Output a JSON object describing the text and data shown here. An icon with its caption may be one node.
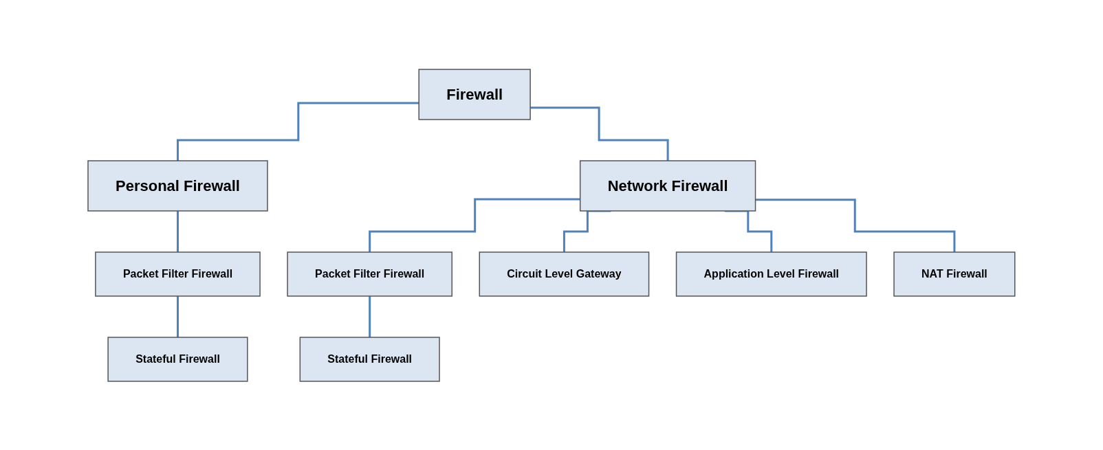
{
  "diagram": {
    "nodes": [
      {
        "text": [
          "Firewall"
        ]
      },
      {
        "text": [
          "Personal Firewall"
        ]
      },
      {
        "text": [
          "Network Firewall"
        ]
      },
      {
        "text": [
          "Packet Filter Firewall"
        ]
      },
      {
        "text": [
          "Packet Filter Firewall"
        ]
      },
      {
        "text": [
          "Circuit Level Gateway"
        ]
      },
      {
        "text": [
          "Application Level Firewall"
        ]
      },
      {
        "text": [
          "Stateful Firewall"
        ]
      },
      {
        "text": [
          "Stateful Firewall"
        ]
      },
      {
        "text": [
          "NAT Firewall"
        ]
      }
    ],
    "edges": [
      {
        "from": 0,
        "to": 1,
        "arrow": "none"
      },
      {
        "from": 0,
        "to": 2,
        "arrow": "none"
      },
      {
        "from": 1,
        "to": 3,
        "arrow": "none"
      },
      {
        "from": 2,
        "to": 4,
        "arrow": "none"
      },
      {
        "from": 2,
        "to": 5,
        "arrow": "none"
      },
      {
        "from": 2,
        "to": 6,
        "arrow": "none"
      },
      {
        "from": 2,
        "to": 9,
        "arrow": "none"
      },
      {
        "from": 3,
        "to": 7,
        "arrow": "none"
      },
      {
        "from": 4,
        "to": 8,
        "arrow": "none"
      }
    ]
  }
}
